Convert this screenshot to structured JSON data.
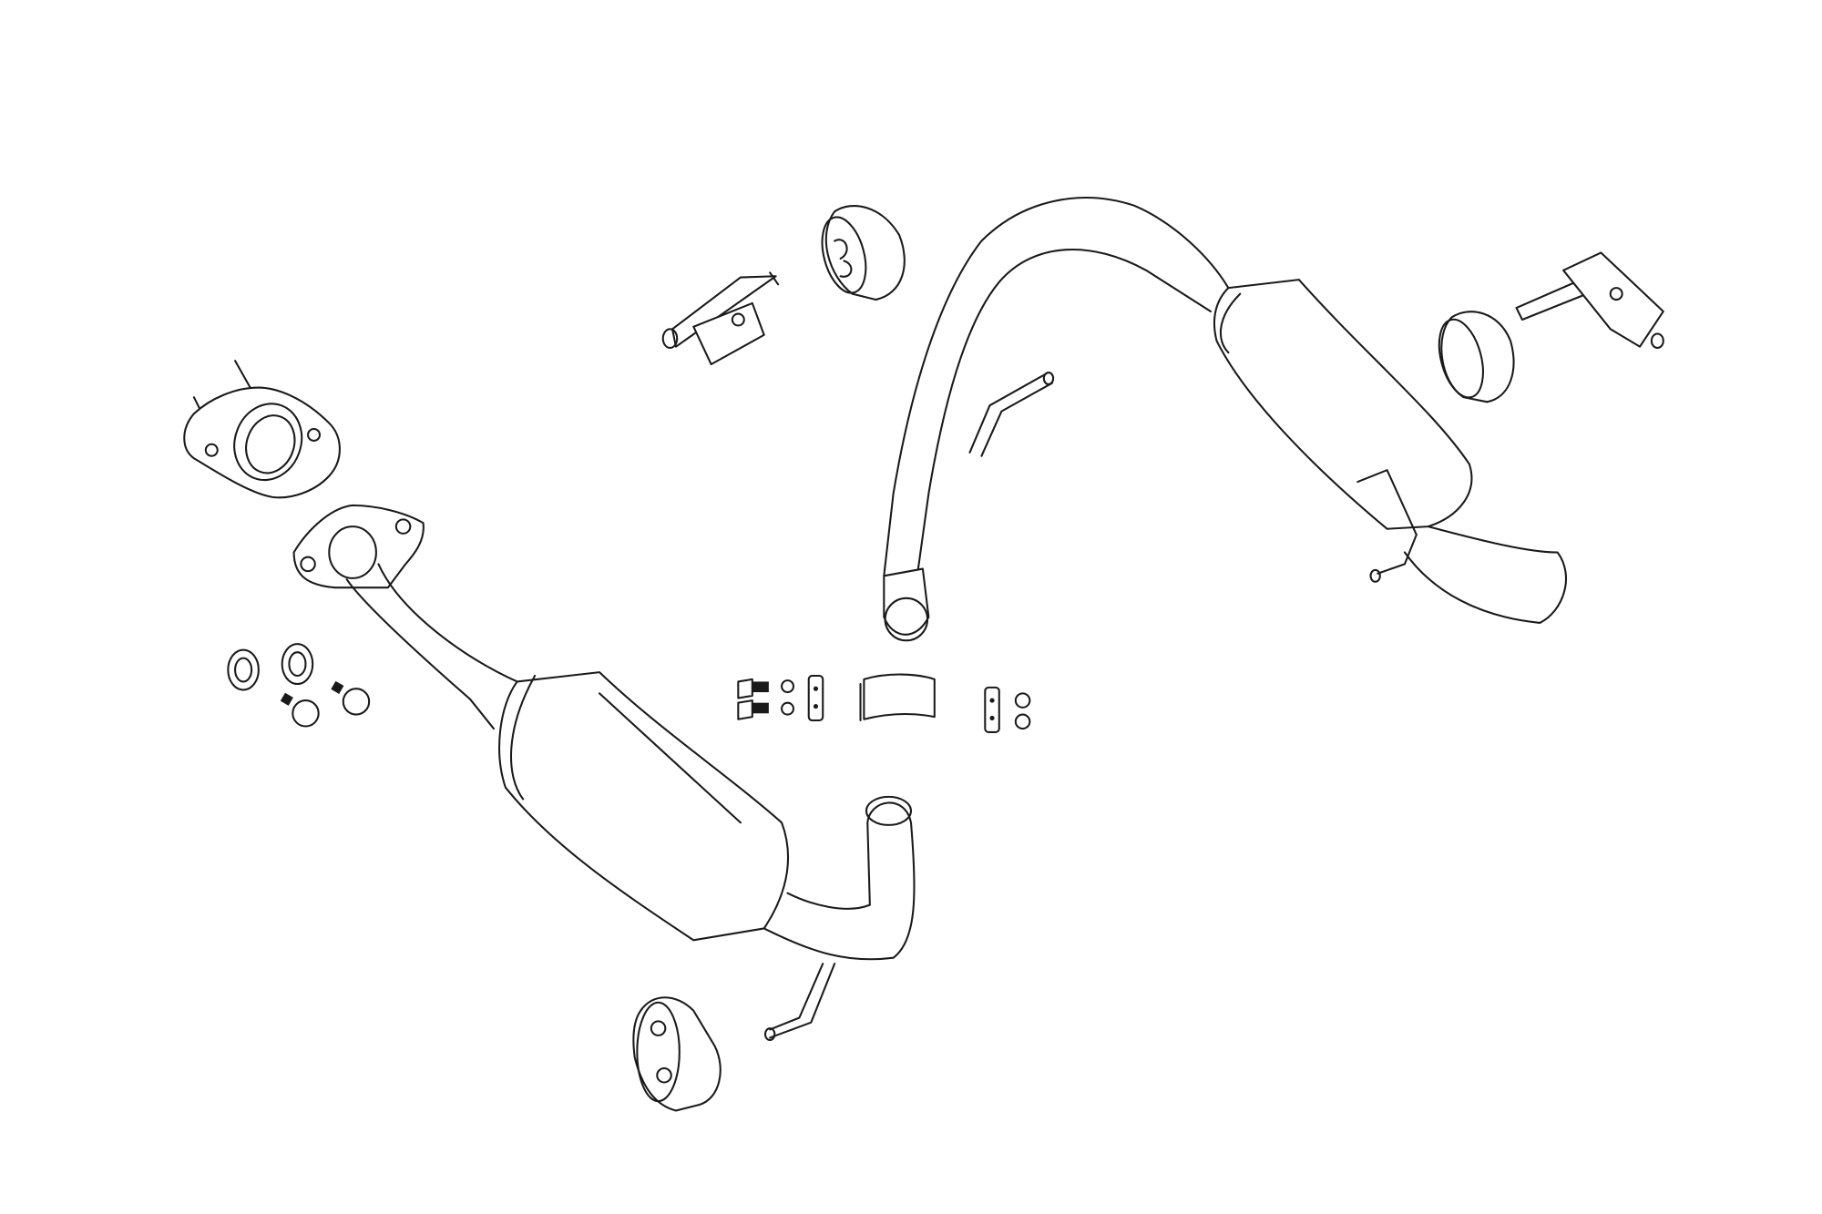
{
  "diagram": {
    "type": "exploded parts drawing",
    "line_color": "#1a1a1a",
    "background": "#ffffff",
    "parts": [
      "gasket",
      "front-pipe-flange",
      "catalytic-converter-pipe",
      "rubber-hanger-front",
      "hanger-bracket-left",
      "rubber-hanger-top",
      "rear-muffler-pipe",
      "rubber-hanger-right",
      "hanger-bracket-right",
      "spring-set",
      "flange-bolts",
      "clamp-bolts",
      "clamp",
      "clamp-nuts"
    ]
  }
}
